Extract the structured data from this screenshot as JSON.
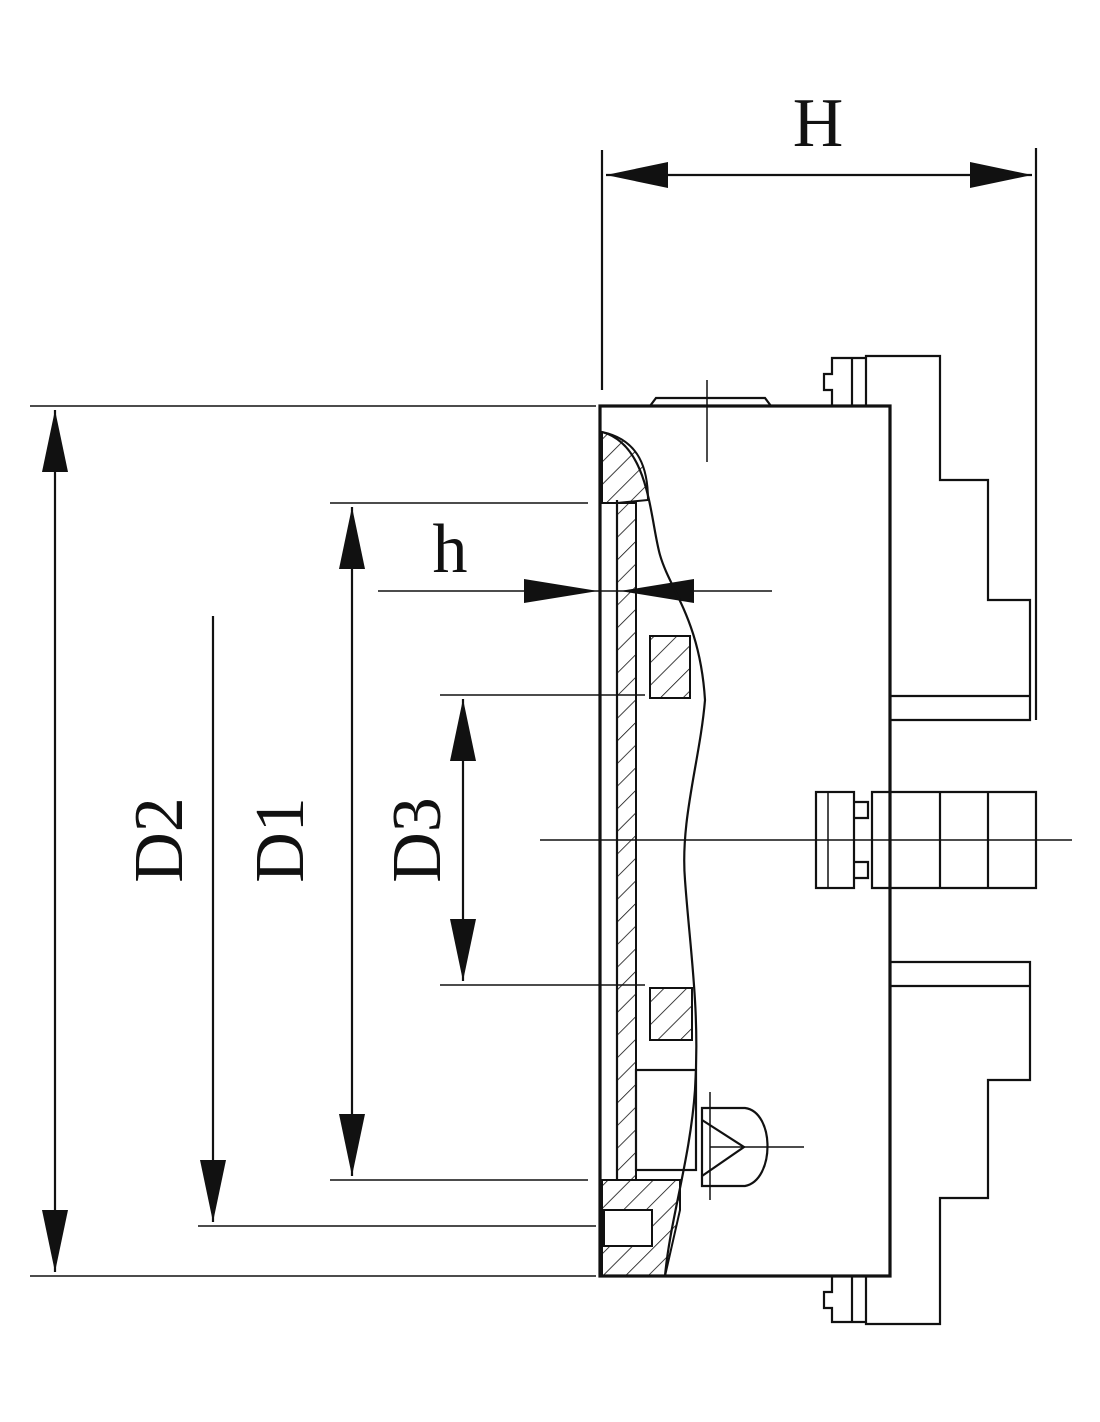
{
  "labels": {
    "H": "H",
    "h": "h",
    "D1": "D1",
    "D2": "D2",
    "D3": "D3"
  },
  "colors": {
    "line": "#111111",
    "background": "#ffffff"
  }
}
